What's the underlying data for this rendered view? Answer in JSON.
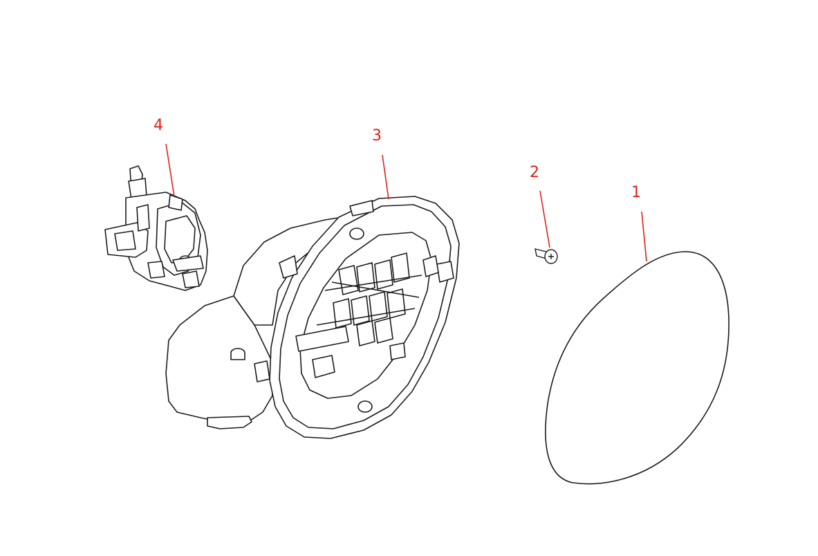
{
  "callouts": [
    {
      "number": "1",
      "part": "fuel-filler-door"
    },
    {
      "number": "2",
      "part": "screw"
    },
    {
      "number": "3",
      "part": "filler-housing"
    },
    {
      "number": "4",
      "part": "door-lock-actuator"
    }
  ],
  "colors": {
    "callout": "#e0201b",
    "line": "#1a1a1a",
    "background": "#ffffff"
  }
}
